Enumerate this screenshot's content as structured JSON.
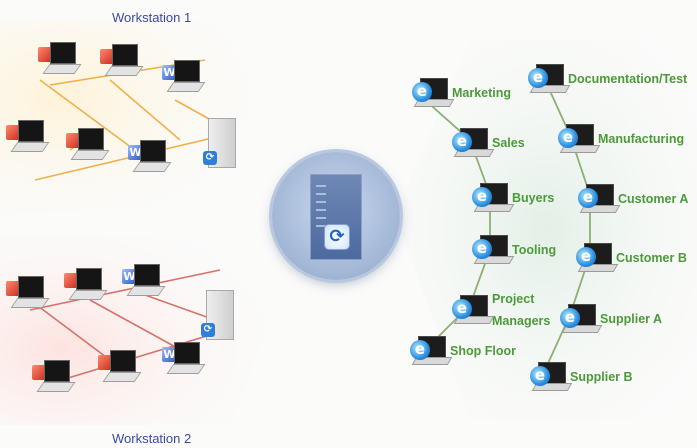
{
  "workstations": {
    "top_label": "Workstation 1",
    "bottom_label": "Workstation 2"
  },
  "nodes_left": [
    {
      "label": "Marketing"
    },
    {
      "label": "Sales"
    },
    {
      "label": "Buyers"
    },
    {
      "label": "Tooling"
    },
    {
      "label": "Project\nManagers"
    },
    {
      "label": "Shop Floor"
    }
  ],
  "nodes_right": [
    {
      "label": "Documentation/Test"
    },
    {
      "label": "Manufacturing"
    },
    {
      "label": "Customer A"
    },
    {
      "label": "Customer B"
    },
    {
      "label": "Supplier A"
    },
    {
      "label": "Supplier B"
    }
  ],
  "icons": {
    "node_icon": "ie-laptop-icon",
    "hub_icon": "server-sync-icon",
    "word_app": "word-document-icon",
    "red_app": "red-application-icon"
  },
  "colors": {
    "label_green": "#4c9a3a",
    "workstation_label_blue": "#3a4aa8",
    "top_network_line": "#f0b04a",
    "bottom_network_line": "#d9716a",
    "right_network_line": "#8cb070"
  }
}
